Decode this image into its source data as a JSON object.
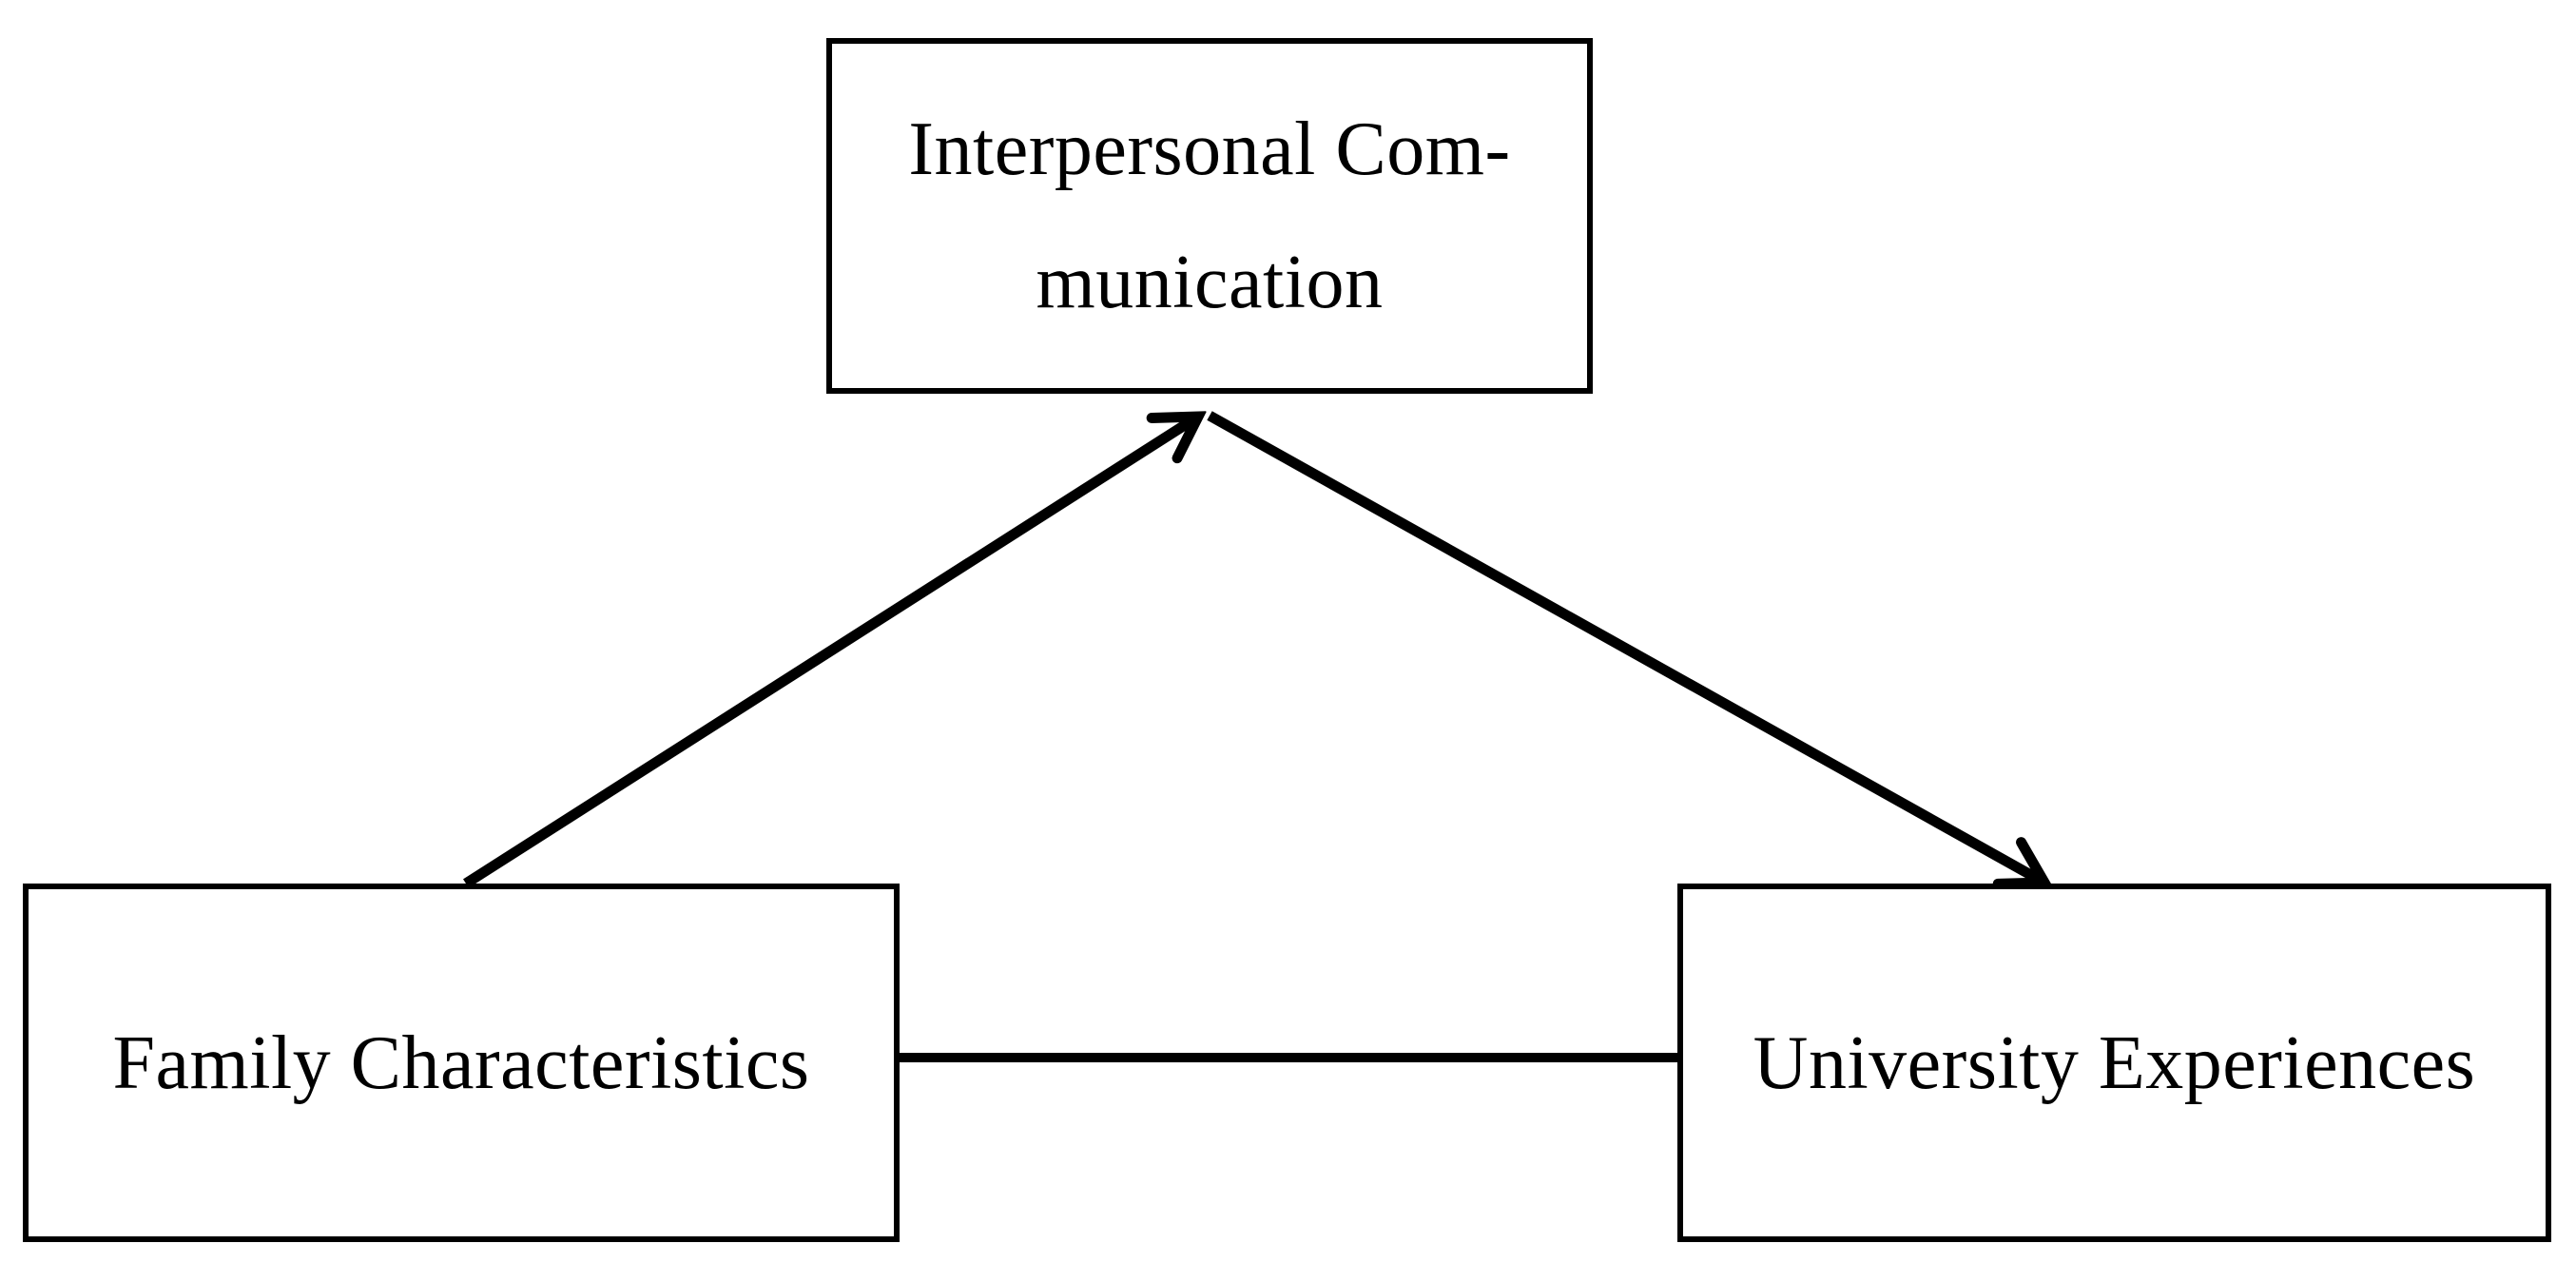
{
  "diagram": {
    "type": "mediation-model",
    "background_color": "#ffffff",
    "line_color": "#000000",
    "nodes": [
      {
        "id": "interpersonal-communication",
        "role": "mediator",
        "label": "Interpersonal Com-\nmunication"
      },
      {
        "id": "family-characteristics",
        "role": "independent-variable",
        "label": "Family Characteristics"
      },
      {
        "id": "university-experiences",
        "role": "dependent-variable",
        "label": "University Experiences"
      }
    ],
    "edges": [
      {
        "from": "family-characteristics",
        "to": "interpersonal-communication",
        "arrowhead": "open-arrow-at-end"
      },
      {
        "from": "interpersonal-communication",
        "to": "university-experiences",
        "arrowhead": "open-arrow-at-end"
      },
      {
        "from": "family-characteristics",
        "to": "university-experiences",
        "arrowhead": "none"
      }
    ]
  }
}
